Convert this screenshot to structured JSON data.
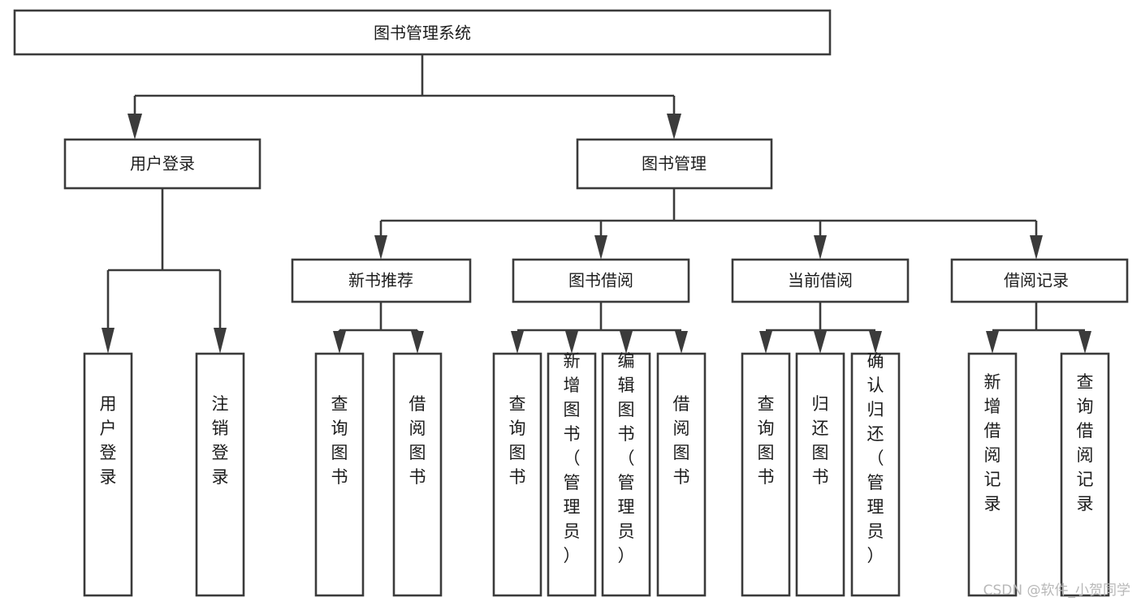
{
  "diagram": {
    "title": "图书管理系统",
    "type": "functional-structure-tree",
    "colors": {
      "box_stroke": "#3b3b3b",
      "box_fill": "#ffffff",
      "text": "#1c1c1c",
      "background": "#ffffff",
      "watermark": "#b8b8b8"
    },
    "root": {
      "label": "图书管理系统",
      "orientation": "horizontal"
    },
    "level2": [
      {
        "label": "用户登录",
        "orientation": "horizontal"
      },
      {
        "label": "图书管理",
        "orientation": "horizontal"
      }
    ],
    "level3": [
      {
        "label": "新书推荐",
        "orientation": "horizontal"
      },
      {
        "label": "图书借阅",
        "orientation": "horizontal"
      },
      {
        "label": "当前借阅",
        "orientation": "horizontal"
      },
      {
        "label": "借阅记录",
        "orientation": "horizontal"
      }
    ],
    "leaves": {
      "user_login": [
        {
          "label": "用户登录",
          "orientation": "vertical"
        },
        {
          "label": "注销登录",
          "orientation": "vertical"
        }
      ],
      "new_book_recommend": [
        {
          "label": "查询图书",
          "orientation": "vertical"
        },
        {
          "label": "借阅图书",
          "orientation": "vertical"
        }
      ],
      "book_borrow": [
        {
          "label": "查询图书",
          "orientation": "vertical"
        },
        {
          "label": "新增图书（管理员）",
          "orientation": "vertical"
        },
        {
          "label": "编辑图书（管理员）",
          "orientation": "vertical"
        },
        {
          "label": "借阅图书",
          "orientation": "vertical"
        }
      ],
      "current_borrow": [
        {
          "label": "查询图书",
          "orientation": "vertical"
        },
        {
          "label": "归还图书",
          "orientation": "vertical"
        },
        {
          "label": "确认归还（管理员）",
          "orientation": "vertical"
        }
      ],
      "borrow_record": [
        {
          "label": "新增借阅记录",
          "orientation": "vertical"
        },
        {
          "label": "查询借阅记录",
          "orientation": "vertical"
        }
      ]
    }
  },
  "watermark": {
    "text": "CSDN @软件_小贺同学"
  }
}
